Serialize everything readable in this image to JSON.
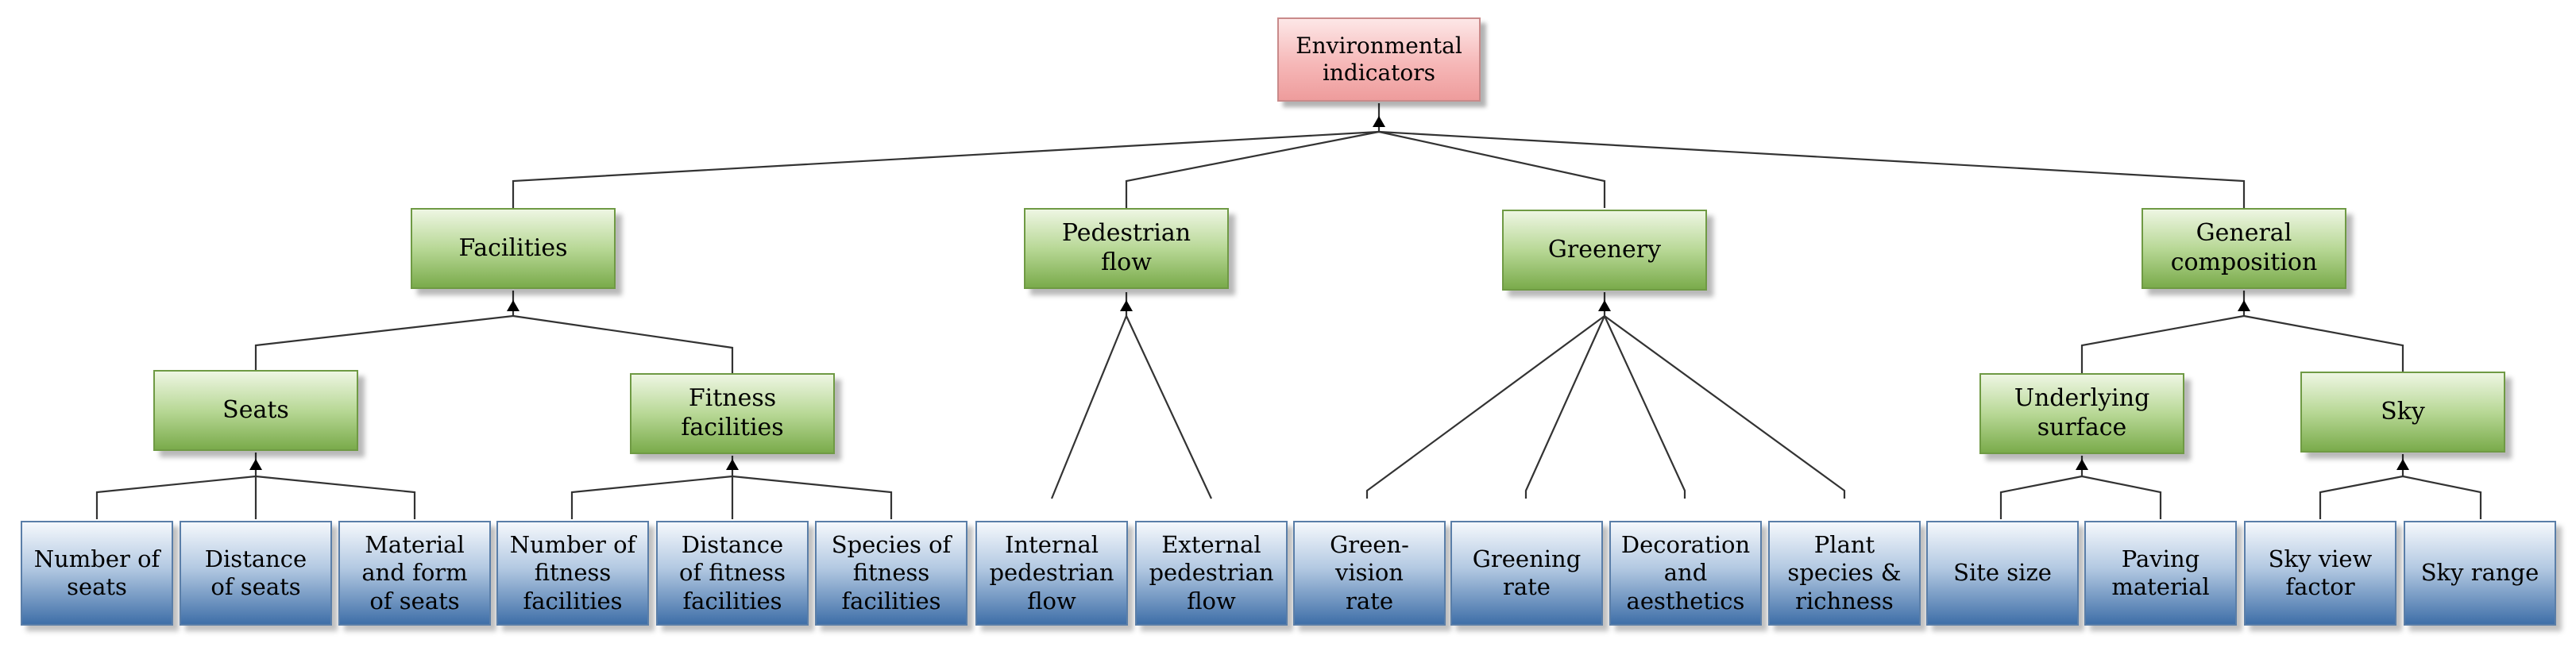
{
  "root": {
    "label": "Environmental\nindicators"
  },
  "categories": [
    {
      "label": "Facilities"
    },
    {
      "label": "Pedestrian\nflow"
    },
    {
      "label": "Greenery"
    },
    {
      "label": "General\ncomposition"
    }
  ],
  "subcategories": [
    {
      "label": "Seats"
    },
    {
      "label": "Fitness\nfacilities"
    },
    {
      "label": "Underlying\nsurface"
    },
    {
      "label": "Sky"
    }
  ],
  "indicators": [
    {
      "label": "Number of\nseats"
    },
    {
      "label": "Distance\nof seats"
    },
    {
      "label": "Material\nand form\nof seats"
    },
    {
      "label": "Number of\nfitness\nfacilities"
    },
    {
      "label": "Distance\nof fitness\nfacilities"
    },
    {
      "label": "Species of\nfitness\nfacilities"
    },
    {
      "label": "Internal\npedestrian\nflow"
    },
    {
      "label": "External\npedestrian\nflow"
    },
    {
      "label": "Green-\nvision\nrate"
    },
    {
      "label": "Greening\nrate"
    },
    {
      "label": "Decoration\nand\naesthetics"
    },
    {
      "label": "Plant\nspecies &\nrichness"
    },
    {
      "label": "Site size"
    },
    {
      "label": "Paving\nmaterial"
    },
    {
      "label": "Sky view\nfactor"
    },
    {
      "label": "Sky range"
    }
  ]
}
